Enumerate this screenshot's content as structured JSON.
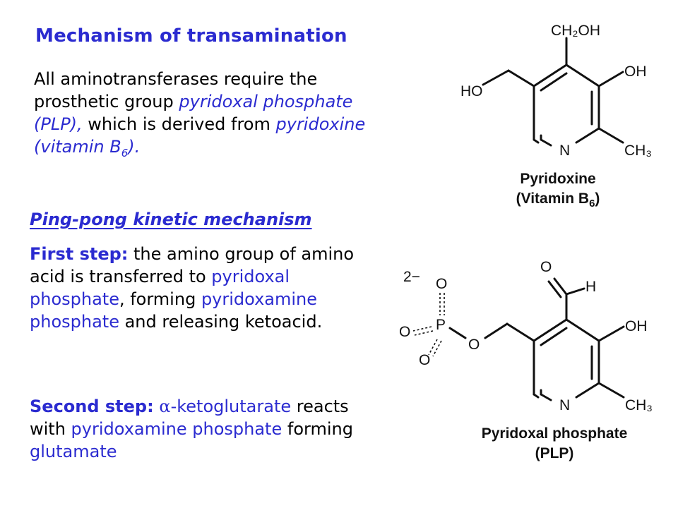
{
  "title": "Mechanism of transamination",
  "intro": {
    "t1": "All aminotransferases require the prosthetic group ",
    "plp": "pyridoxal phosphate (PLP),",
    "t2": " which is derived from ",
    "pyridoxine": "pyridoxine (vitamin B",
    "sub": "6",
    "end": ")."
  },
  "pingpong_heading": "Ping-pong kinetic mechanism",
  "step1": {
    "label": "First step:",
    "t1": " the amino group of amino acid is transferred to ",
    "pp": "pyridoxal phosphate",
    "t2": ", forming ",
    "pmp": "pyridoxamine phosphate",
    "t3": " and releasing ketoacid."
  },
  "step2": {
    "label": "Second step:",
    "alpha": "α",
    "akg": "-ketoglutarate",
    "t1": " reacts with ",
    "pmp": "pyridoxamine phosphate",
    "t2": " forming ",
    "glu": "glutamate"
  },
  "pyridoxine_structure": {
    "ch2oh": "CH₂OH",
    "oh": "OH",
    "ho": "HO",
    "n": "N",
    "ch3": "CH₃",
    "caption1": "Pyridoxine",
    "caption2a": "(Vitamin B",
    "caption2sub": "6",
    "caption2b": ")"
  },
  "plp_structure": {
    "charge": "2−",
    "o_top": "O",
    "p": "P",
    "o_left": "O",
    "o_bottom": "O",
    "o_bridge": "O",
    "o_ald": "O",
    "h": "H",
    "oh": "OH",
    "n": "N",
    "ch3": "CH₃",
    "caption1": "Pyridoxal phosphate",
    "caption2": "(PLP)"
  }
}
